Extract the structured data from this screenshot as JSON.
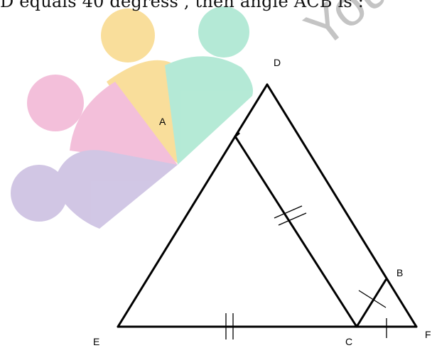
{
  "question": {
    "text_fragment": "D equals 40 degress , then angle ACB is :"
  },
  "watermark": {
    "text": "You",
    "colors": [
      "#f9d98a",
      "#a8e6cf",
      "#f2b5d4",
      "#c9bde0"
    ]
  },
  "figure": {
    "points": {
      "A": "A",
      "B": "B",
      "C": "C",
      "D": "D",
      "E": "E",
      "F": "F"
    }
  }
}
